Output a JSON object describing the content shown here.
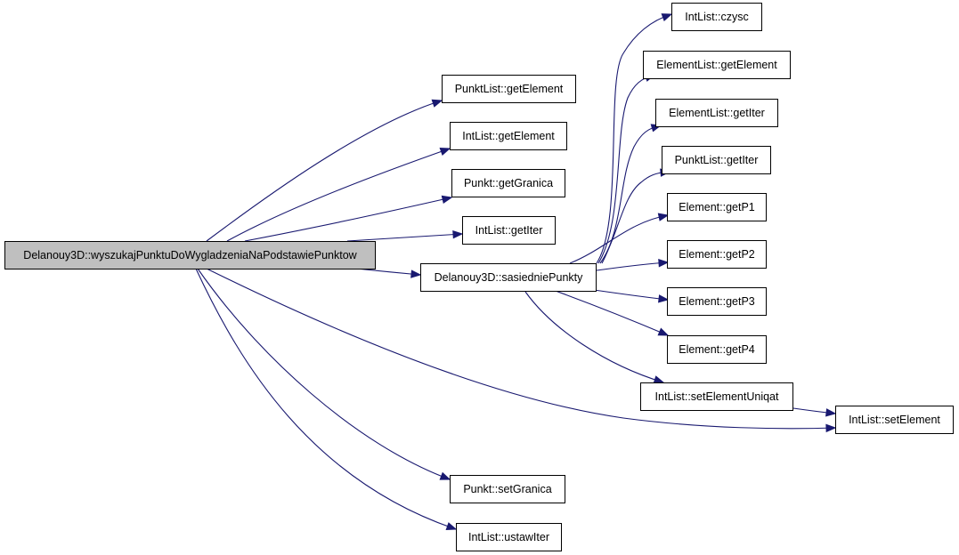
{
  "graph": {
    "root": {
      "label": "Delanouy3D::wyszukajPunktuDoWygladzeniaNaPodstawiePunktow"
    },
    "nodes": {
      "punktlist_getelement": "PunktList::getElement",
      "intlist_getelement": "IntList::getElement",
      "punkt_getgranica": "Punkt::getGranica",
      "intlist_getiter": "IntList::getIter",
      "delanouy3d_sasiedniepunkty": "Delanouy3D::sasiedniePunkty",
      "intlist_czysc": "IntList::czysc",
      "elementlist_getelement": "ElementList::getElement",
      "elementlist_getiter": "ElementList::getIter",
      "punktlist_getiter": "PunktList::getIter",
      "element_getp1": "Element::getP1",
      "element_getp2": "Element::getP2",
      "element_getp3": "Element::getP3",
      "element_getp4": "Element::getP4",
      "intlist_setelementuniqat": "IntList::setElementUniqat",
      "intlist_setelement": "IntList::setElement",
      "punkt_setgranica": "Punkt::setGranica",
      "intlist_ustawiter": "IntList::ustawIter"
    },
    "colors": {
      "edge": "#191970",
      "root_fill": "#bfbfbf",
      "node_fill": "#ffffff",
      "border": "#000000"
    }
  }
}
